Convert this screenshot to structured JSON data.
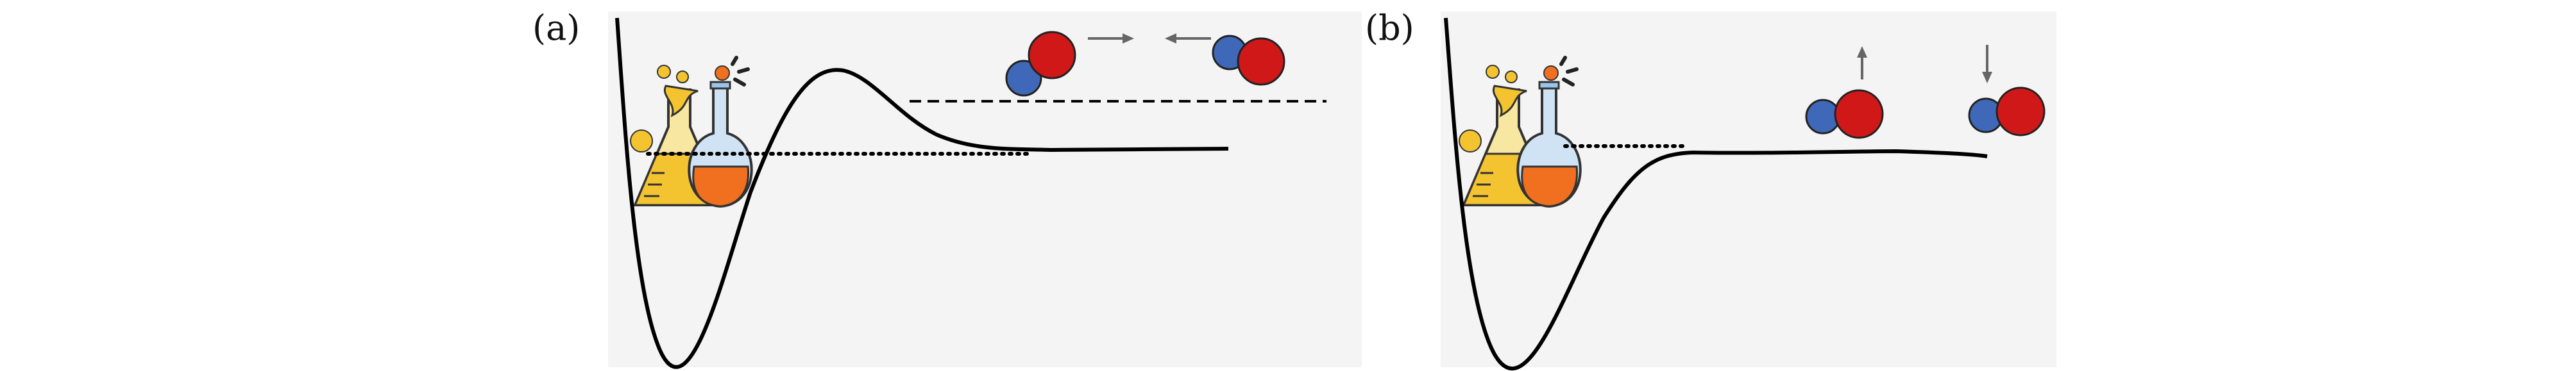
{
  "panels": [
    {
      "id": "a",
      "label": "(a)"
    },
    {
      "id": "b",
      "label": "(b)"
    }
  ],
  "colors": {
    "background": "#f4f4f4",
    "curve": "#000000",
    "atom_red": "#d01818",
    "atom_blue": "#3f68b8",
    "flask_yellow": "#f4c430",
    "flask_orange": "#f07020",
    "flask_blue": "#9cc4e8",
    "arrow": "#666666"
  },
  "icons": {
    "flasks": "chemistry-flasks-icon",
    "molecule": "diatomic-molecule-icon",
    "arrow": "arrow-icon"
  }
}
